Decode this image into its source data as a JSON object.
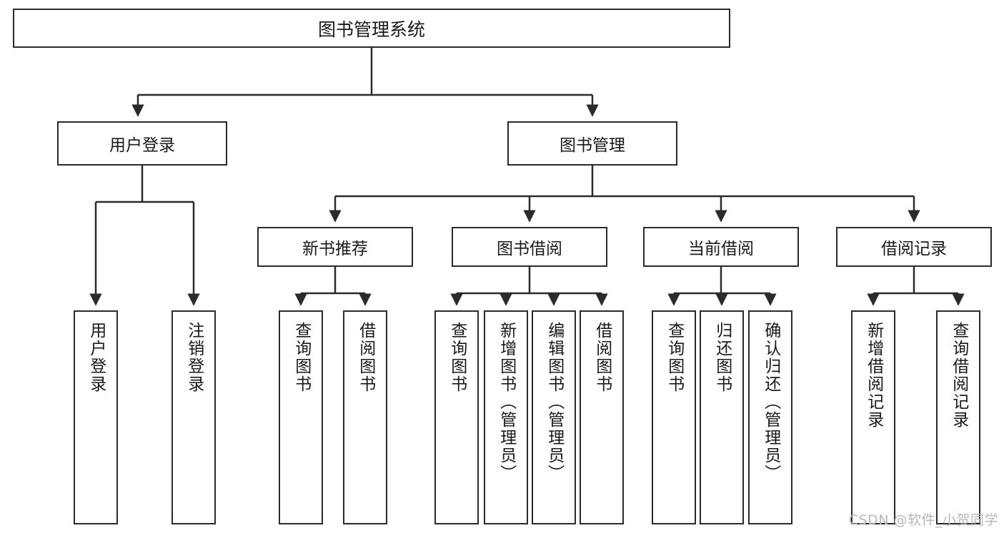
{
  "diagram": {
    "title": "图书管理系统",
    "watermark": "CSDN @软件_小贺同学",
    "colors": {
      "stroke": "#2b2b2b",
      "fill": "#ffffff",
      "text": "#1a1a1a",
      "watermark": "#b7b7b7"
    },
    "root": {
      "label": "图书管理系统"
    },
    "level2": [
      {
        "label": "用户登录"
      },
      {
        "label": "图书管理"
      }
    ],
    "level3": [
      {
        "label": "新书推荐"
      },
      {
        "label": "图书借阅"
      },
      {
        "label": "当前借阅"
      },
      {
        "label": "借阅记录"
      }
    ],
    "leaves": {
      "user_login": [
        {
          "label": "用户登录"
        },
        {
          "label": "注销登录"
        }
      ],
      "new_book_recommend": [
        {
          "label": "查询图书"
        },
        {
          "label": "借阅图书"
        }
      ],
      "book_borrow": [
        {
          "label": "查询图书"
        },
        {
          "label": "新增图书（管理员）"
        },
        {
          "label": "编辑图书（管理员）"
        },
        {
          "label": "借阅图书"
        }
      ],
      "current_borrow": [
        {
          "label": "查询图书"
        },
        {
          "label": "归还图书"
        },
        {
          "label": "确认归还（管理员）"
        }
      ],
      "borrow_record": [
        {
          "label": "新增借阅记录"
        },
        {
          "label": "查询借阅记录"
        }
      ]
    }
  }
}
